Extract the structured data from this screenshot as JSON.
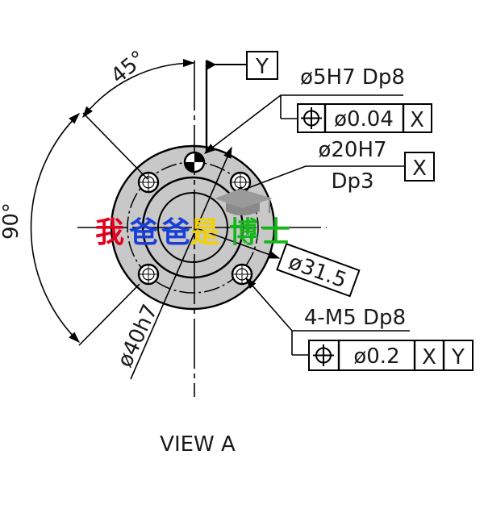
{
  "view_label": "VIEW  A",
  "angles": {
    "top": "45°",
    "left": "90°"
  },
  "datum_y": {
    "letter": "Y"
  },
  "callout_small_hole": {
    "spec": "ø5H7 Dp8",
    "fcf": {
      "tolerance": "ø0.04",
      "datum": "X"
    }
  },
  "callout_counterbore": {
    "line1": "ø20H7",
    "line2": "Dp3",
    "datum": "X"
  },
  "callout_bolt_circle": {
    "text": "ø31.5"
  },
  "callout_outer": {
    "text": "ø40h7"
  },
  "callout_tapped": {
    "spec": "4-M5 Dp8",
    "fcf": {
      "tolerance": "ø0.2",
      "datum1": "X",
      "datum2": "Y"
    }
  },
  "watermark": {
    "chars": [
      "我",
      "爸",
      "爸",
      "是",
      "博",
      "士"
    ],
    "colors": [
      "#e4001e",
      "#1a3fd9",
      "#1a3fd9",
      "#f5d000",
      "#17b51c",
      "#17b51c"
    ]
  },
  "colors": {
    "part_fill": "#c8c8c8",
    "ink": "#000000"
  }
}
